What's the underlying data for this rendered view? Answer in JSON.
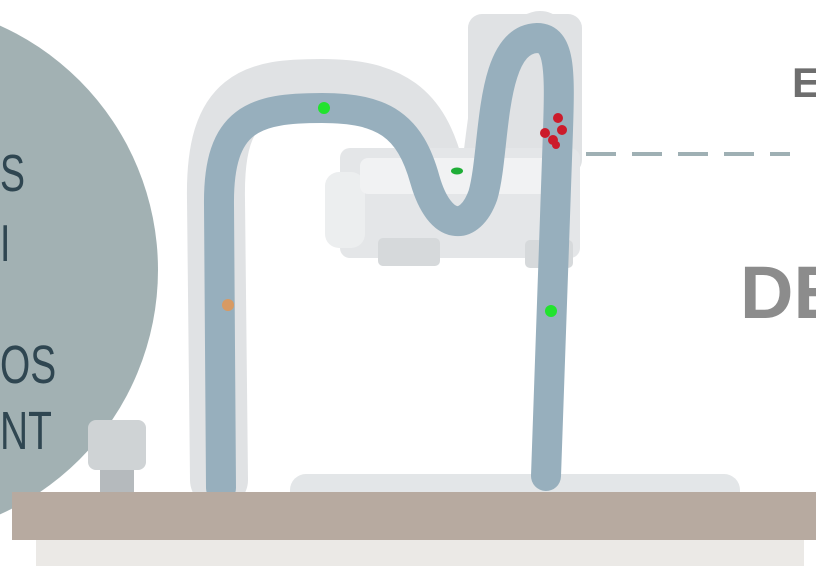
{
  "side_panel": {
    "lines": [
      "S",
      "I",
      "OS",
      "NT"
    ]
  },
  "headings": {
    "small": "E",
    "large": "DE"
  },
  "colors": {
    "panel": "#a2b1b3",
    "side_text": "#2f4651",
    "pipe": "#97afbd",
    "pipe_halo": "#e0e2e4",
    "counter": "#b7aaa0",
    "dot_green": "#22e32e",
    "dot_orange": "#d89a63",
    "dot_red": "#cc1b2b",
    "dashes": "#9fb0b4"
  },
  "icons": {
    "faucet": "faucet-icon",
    "pipe": "drain-pipe",
    "particles": "particle-dot"
  }
}
